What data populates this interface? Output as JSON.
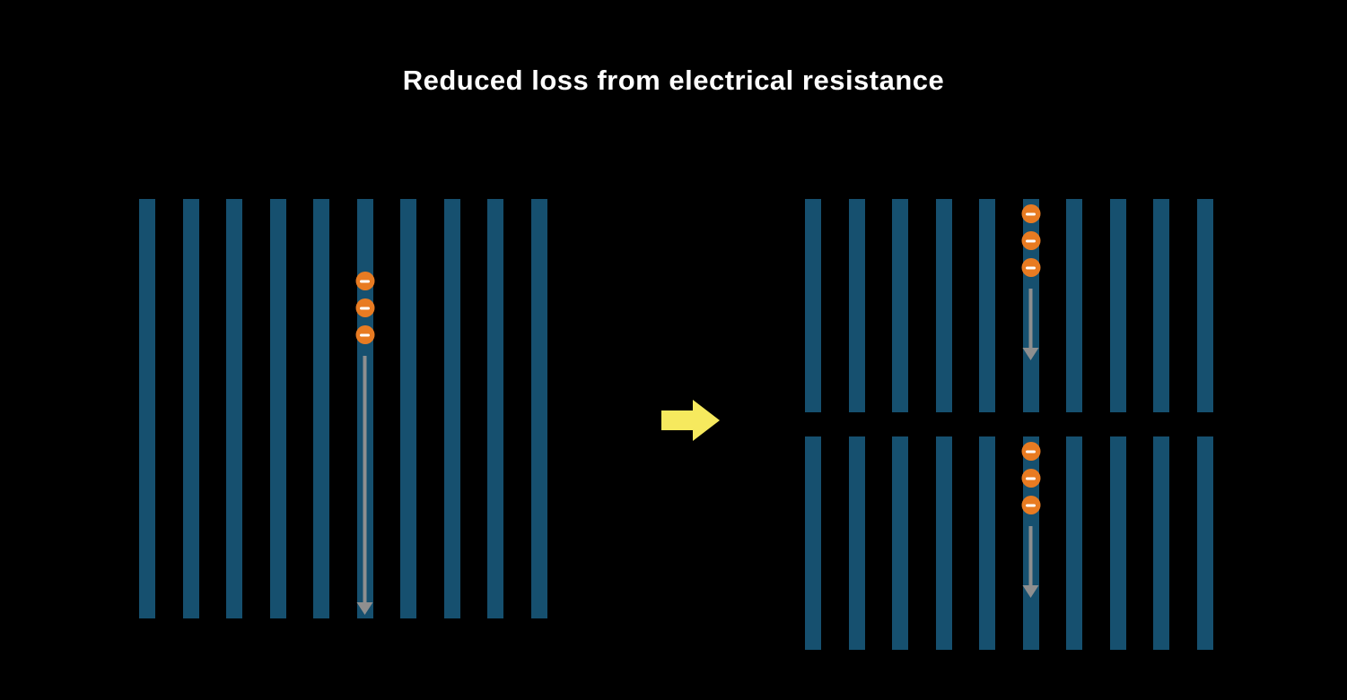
{
  "title": "Reduced loss from electrical resistance",
  "colors": {
    "background": "#000000",
    "title": "#ffffff",
    "bar": "#16506f",
    "electron_fill": "#e87b22",
    "electron_symbol": "#ffffff",
    "flow_arrow": "#8f8f8f",
    "transition_arrow": "#f6e95e"
  },
  "icons": {
    "electron": "minus-icon",
    "flow_direction": "down-arrow-icon",
    "transition": "right-arrow-icon",
    "electron_symbol_glyph": "−"
  },
  "panels": [
    {
      "id": "full-cell",
      "bar_count": 10,
      "electron_bar_index": 5,
      "electron_count": 3
    },
    {
      "id": "half-cell-top",
      "bar_count": 10,
      "electron_bar_index": 5,
      "electron_count": 3
    },
    {
      "id": "half-cell-bottom",
      "bar_count": 10,
      "electron_bar_index": 5,
      "electron_count": 3
    }
  ]
}
